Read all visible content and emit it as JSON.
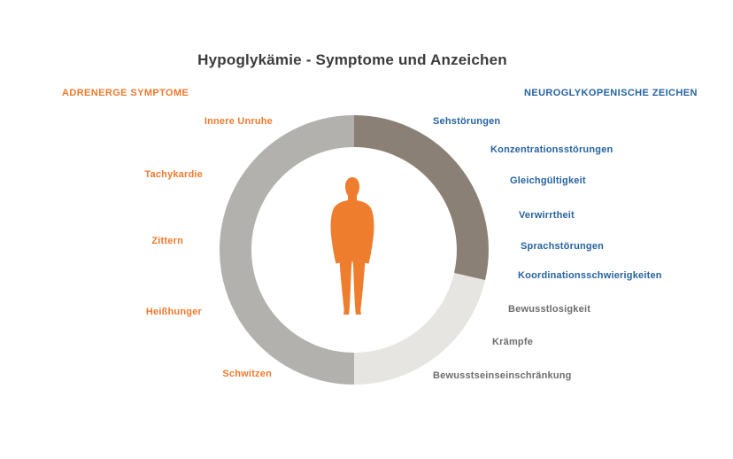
{
  "title": "Hypoglykämie - Symptome und Anzeichen",
  "colors": {
    "orange": "#ed7a2e",
    "blue": "#26639f",
    "gray_text": "#6d6d6d",
    "title_text": "#3b3b3b",
    "background": "#ffffff"
  },
  "figure": {
    "name": "standing-person-silhouette",
    "color": "#ee7d2e"
  },
  "ring": {
    "segments": [
      {
        "name": "neuroglycopenic-arc",
        "color": "#8b8076",
        "start_deg": 0,
        "end_deg": 103
      },
      {
        "name": "severe-arc",
        "color": "#e7e5e1",
        "start_deg": 103,
        "end_deg": 180
      },
      {
        "name": "adrenergic-arc",
        "color": "#b3b1ae",
        "start_deg": 180,
        "end_deg": 360
      }
    ]
  },
  "left_group": {
    "header": "ADRENERGE SYMPTOME",
    "items": [
      {
        "label": "Innere Unruhe"
      },
      {
        "label": "Tachykardie"
      },
      {
        "label": "Zittern"
      },
      {
        "label": "Heißhunger"
      },
      {
        "label": "Schwitzen"
      }
    ]
  },
  "right_group": {
    "header": "NEUROGLYKOPENISCHE ZEICHEN",
    "items": [
      {
        "label": "Sehstörungen"
      },
      {
        "label": "Konzentrationsstörungen"
      },
      {
        "label": "Gleichgültigkeit"
      },
      {
        "label": "Verwirrtheit"
      },
      {
        "label": "Sprachstörungen"
      },
      {
        "label": "Koordinationsschwierigkeiten"
      }
    ]
  },
  "severe_group": {
    "items": [
      {
        "label": "Bewusstlosigkeit"
      },
      {
        "label": "Krämpfe"
      },
      {
        "label": "Bewusstseinseinschränkung"
      }
    ]
  }
}
